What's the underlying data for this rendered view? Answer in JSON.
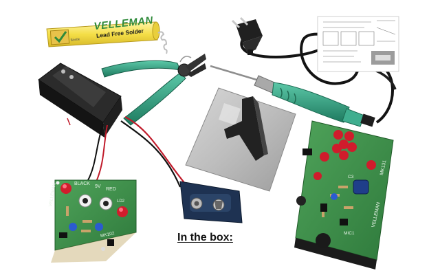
{
  "caption": "In the box:",
  "solder": {
    "brand": "VELLEMAN",
    "product": "Lead Free Solder",
    "small_print": "Bostik"
  },
  "pcb_left": {
    "labels": [
      "BLACK",
      "9V",
      "RED",
      "VELLEMAN",
      "MK102",
      "LD2"
    ]
  },
  "pcb_right": {
    "labels": [
      "VELLEMAN",
      "MK131",
      "MIC1",
      "C3"
    ]
  },
  "colors": {
    "cutter_grip": "#2e9a7c",
    "iron_grip": "#3aa68a",
    "pcb_green": "#3e8f4a",
    "led_red": "#cc1a2a",
    "battery_black": "#1c1c1c",
    "clip_blue": "#1e3252"
  }
}
